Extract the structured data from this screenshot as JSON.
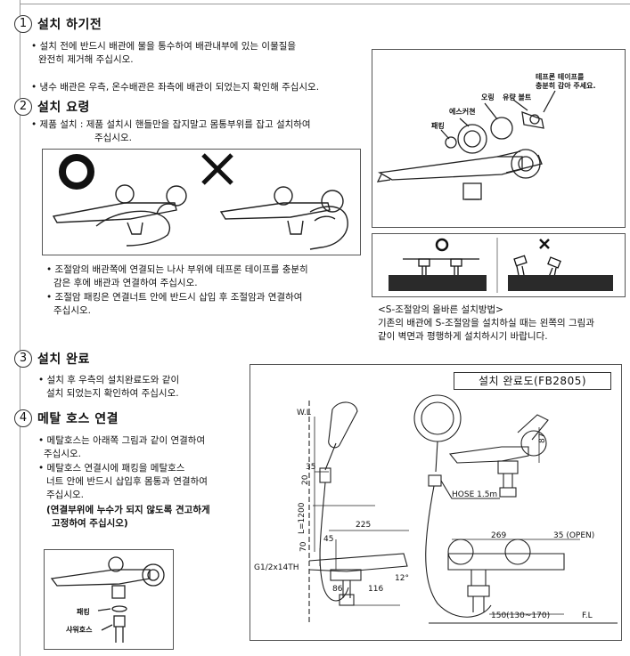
{
  "sections": {
    "s1": {
      "num": "1",
      "title": "설치 하기전"
    },
    "s2": {
      "num": "2",
      "title": "설치 요령"
    },
    "s3": {
      "num": "3",
      "title": "설치 완료"
    },
    "s4": {
      "num": "4",
      "title": "메탈 호스 연결"
    }
  },
  "text": {
    "s1_l1": "• 설치 전에 반드시 배관에 물을 통수하여 배관내부에 있는 이물질을",
    "s1_l2": "완전히 제거해 주십시오.",
    "s1_l3": "• 냉수 배관은 우측, 온수배관은 좌측에 배관이 되었는지 확인해 주십시오.",
    "s2_l1": "• 제품 설치 : 제품 설치시 핸들만을 잡지말고 몸통부위를 잡고 설치하여",
    "s2_l2": "주십시오.",
    "s2_b1": "• 조절암의 배관쪽에 연결되는 나사 부위에 테프론 테이프를 충분히",
    "s2_b2": "감은 후에 배관과 연결하여 주십시오.",
    "s2_b3": "• 조절암 패킹은 연결너트 안에 반드시 삽입 후 조절암과 연결하여",
    "s2_b4": "주십시오.",
    "s_note1": "<S-조절암의 올바른 설치방법>",
    "s_note2": "기존의 배관에 S-조절암을 설치하실 때는 왼쪽의 그림과",
    "s_note3": "같이 벽면과 평행하게 설치하시기 바랍니다.",
    "s3_l1": "• 설치 후 우측의 설치완료도와 같이",
    "s3_l2": "설치 되었는지 확인하여 주십시오.",
    "s4_l1": "• 메탈호스는 아래쪽 그림과 같이 연결하여",
    "s4_l2": "주십시오.",
    "s4_l3": "• 메탈호스 연결시에 패킹을 메탈호스",
    "s4_l4": "너트 안에 반드시 삽입후 몸통과 연결하여",
    "s4_l5": "주십시오.",
    "s4_b1": "(연결부위에 누수가 되지 않도록 견고하게",
    "s4_b2": "고정하여 주십시오)"
  },
  "symbols": {
    "ok": "O",
    "ng": "✕"
  },
  "parts": {
    "teflon_1": "테프론 테이프를",
    "teflon_2": "충분히 감아 주세요.",
    "o_ring": "오링",
    "flow_bolt": "유량 볼트",
    "escutcheon": "에스커쳔",
    "packing": "패킹",
    "packing2": "패킹",
    "shower_hose": "샤워호스"
  },
  "drawing": {
    "title": "설치 완료도(FB2805)",
    "wl": "W.L",
    "fl": "F.L",
    "d35": "35",
    "d20": "20",
    "l1200": "L=1200",
    "d225": "225",
    "d45": "45",
    "d70": "70",
    "thread": "G1/2x14TH",
    "d86": "86",
    "d116": "116",
    "angle": "12°",
    "hose": "HOSE 1.5m",
    "d87": "87",
    "d269": "269",
    "open": "35 (OPEN)",
    "d150": "150(130~170)"
  },
  "colors": {
    "line": "#222222",
    "frame": "#555555",
    "ground": "#2a2a2a"
  }
}
